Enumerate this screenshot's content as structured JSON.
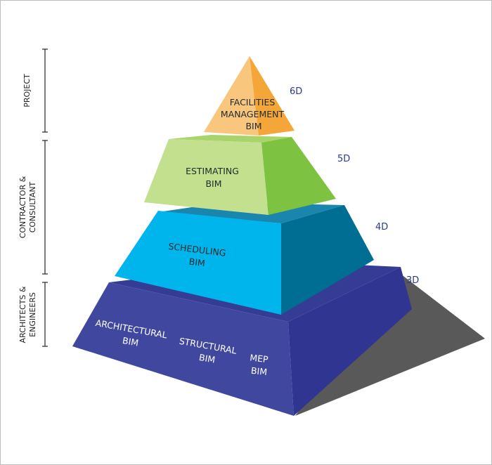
{
  "side_groups": [
    {
      "label_lines": [
        "PROJECT"
      ]
    },
    {
      "label_lines": [
        "CONTRACTOR &",
        "CONSULTANT"
      ]
    },
    {
      "label_lines": [
        "ARCHITECTS &",
        "ENGINEERS"
      ]
    }
  ],
  "tiers": [
    {
      "dimension": "6D",
      "label_lines": [
        "FACILITIES",
        "MANAGEMENT",
        "BIM"
      ],
      "color_light": "#f9c67e",
      "color_dark": "#f5a638"
    },
    {
      "dimension": "5D",
      "label_lines": [
        "ESTIMATING",
        "BIM"
      ],
      "color_light": "#c3e08e",
      "color_dark": "#7dc241"
    },
    {
      "dimension": "4D",
      "label_lines": [
        "SCHEDULING",
        "BIM"
      ],
      "color_light": "#00b5ec",
      "color_dark": "#006d93"
    },
    {
      "dimension": "3D",
      "label_lines": [
        "ARCHITECTURAL",
        "BIM"
      ],
      "color_light": "#3f479f",
      "color_dark": "#2f3591"
    }
  ],
  "base_labels": [
    {
      "label_lines": [
        "STRUCTURAL",
        "BIM"
      ]
    },
    {
      "label_lines": [
        "MEP",
        "BIM"
      ]
    }
  ],
  "dimension_color": "#2b3990"
}
